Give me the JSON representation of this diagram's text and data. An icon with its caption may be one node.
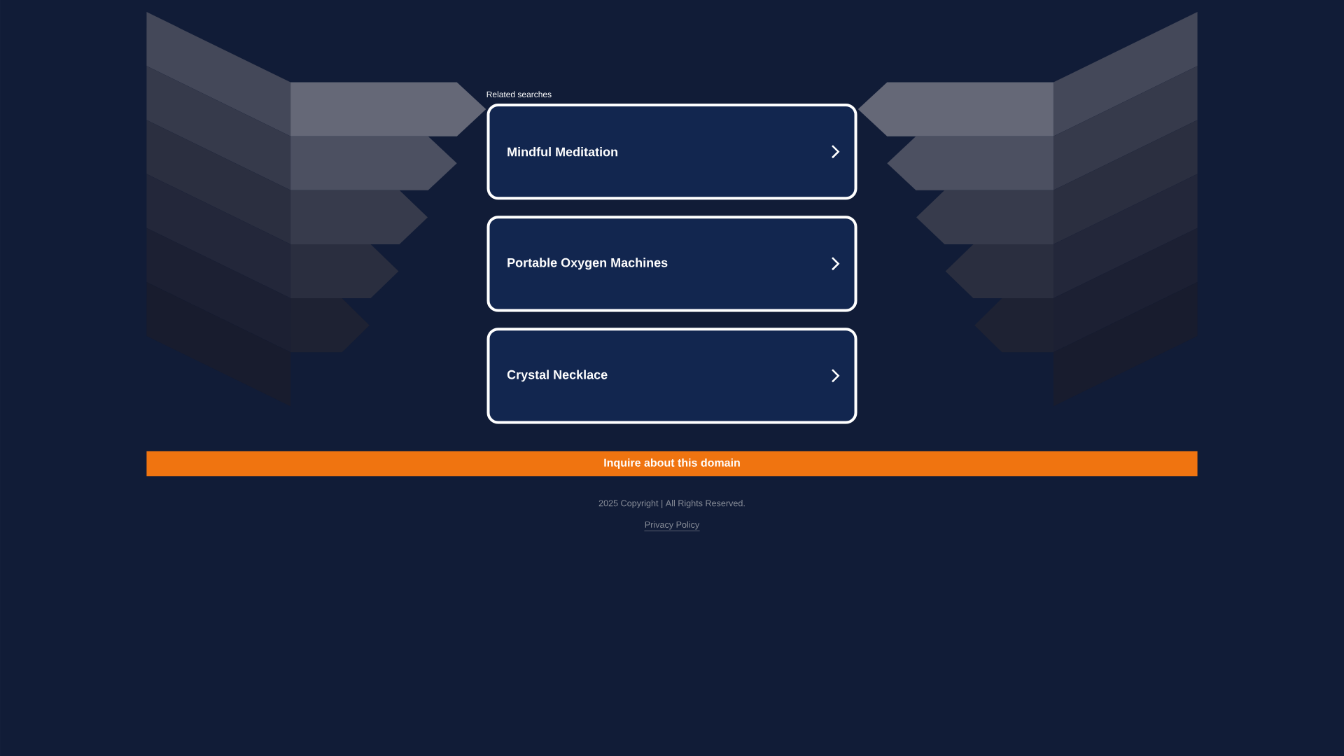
{
  "diagram": {
    "nodes": [
      {
        "text": [
          "Mindful Meditation"
        ]
      },
      {
        "text": [
          "Portable Oxygen Machines"
        ]
      },
      {
        "text": [
          "Crystal Necklace"
        ]
      },
      {
        "text": [
          "Inquire about this domain"
        ]
      }
    ],
    "labels": [
      "Related searches",
      "2025 Copyright | All Rights Reserved.",
      "Privacy Policy"
    ]
  }
}
